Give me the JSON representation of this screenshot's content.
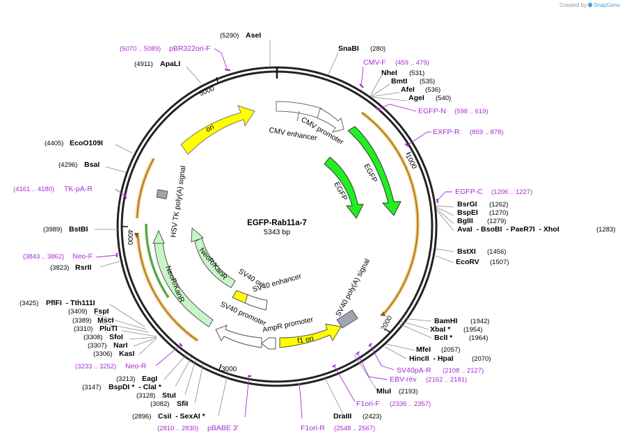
{
  "credit": {
    "text": "Created by",
    "brand": "SnapGene"
  },
  "plasmid": {
    "name": "EGFP-Rab11a-7",
    "length": "5343 bp"
  },
  "ticks": [
    "1000",
    "2000",
    "3000",
    "4000",
    "5000"
  ],
  "sites": [
    {
      "name": "AseI",
      "pos": "(5290)"
    },
    {
      "name": "SnaBI",
      "pos": "(280)"
    },
    {
      "name": "ApaLI",
      "pos": "(4911)"
    },
    {
      "name": "NheI",
      "pos": "(531)"
    },
    {
      "name": "BmtI",
      "pos": "(535)"
    },
    {
      "name": "AfeI",
      "pos": "(536)"
    },
    {
      "name": "AgeI",
      "pos": "(540)"
    },
    {
      "name": "EcoO109I",
      "pos": "(4405)"
    },
    {
      "name": "BsaI",
      "pos": "(4296)"
    },
    {
      "name": "BsrGI",
      "pos": "(1262)"
    },
    {
      "name": "BspEI",
      "pos": "(1270)"
    },
    {
      "name": "BglII",
      "pos": "(1279)"
    },
    {
      "name": "AvaI  - BsoBI  - PaeR7I  - XhoI",
      "pos": "(1283)"
    },
    {
      "name": "BstBI",
      "pos": "(3989)"
    },
    {
      "name": "BstXI",
      "pos": "(1456)"
    },
    {
      "name": "EcoRV",
      "pos": "(1507)"
    },
    {
      "name": "RsrII",
      "pos": "(3823)"
    },
    {
      "name": "PflFI  - Tth111I",
      "pos": "(3425)"
    },
    {
      "name": "FspI",
      "pos": "(3409)"
    },
    {
      "name": "MscI",
      "pos": "(3389)"
    },
    {
      "name": "PluTI",
      "pos": "(3310)"
    },
    {
      "name": "SfoI",
      "pos": "(3308)"
    },
    {
      "name": "NarI",
      "pos": "(3307)"
    },
    {
      "name": "KasI",
      "pos": "(3306)"
    },
    {
      "name": "BamHI",
      "pos": "(1942)"
    },
    {
      "name": "XbaI *",
      "pos": "(1954)"
    },
    {
      "name": "BclI *",
      "pos": "(1964)"
    },
    {
      "name": "MfeI",
      "pos": "(2057)"
    },
    {
      "name": "HincII  - HpaI",
      "pos": "(2070)"
    },
    {
      "name": "EagI",
      "pos": "(3213)"
    },
    {
      "name": "BspDI *  - ClaI *",
      "pos": "(3147)"
    },
    {
      "name": "StuI",
      "pos": "(3128)"
    },
    {
      "name": "SfiI",
      "pos": "(3082)"
    },
    {
      "name": "MluI",
      "pos": "(2193)"
    },
    {
      "name": "CsiI  - SexAI *",
      "pos": "(2896)"
    },
    {
      "name": "DraIII",
      "pos": "(2423)"
    }
  ],
  "primers": [
    {
      "name": "pBR322ori-F",
      "pos": "(5070 .. 5089)"
    },
    {
      "name": "CMV-F",
      "pos": "(459 .. 479)"
    },
    {
      "name": "EGFP-N",
      "pos": "(598 .. 619)"
    },
    {
      "name": "EXFP-R",
      "pos": "(859 .. 878)"
    },
    {
      "name": "TK-pA-R",
      "pos": "(4161 .. 4180)"
    },
    {
      "name": "EGFP-C",
      "pos": "(1206 .. 1227)"
    },
    {
      "name": "Neo-F",
      "pos": "(3843 .. 3862)"
    },
    {
      "name": "Neo-R",
      "pos": "(3233 .. 3252)"
    },
    {
      "name": "SV40pA-R",
      "pos": "(2108 .. 2127)"
    },
    {
      "name": "EBV-rev",
      "pos": "(2162 .. 2181)"
    },
    {
      "name": "F1ori-F",
      "pos": "(2336 .. 2357)"
    },
    {
      "name": "F1ori-R",
      "pos": "(2548 .. 2567)"
    },
    {
      "name": "pBABE 3'",
      "pos": "(2810 .. 2830)"
    }
  ],
  "features": {
    "ori": "ori",
    "cmv_enhancer": "CMV enhancer",
    "cmv_promoter": "CMV promoter",
    "egfp_outer": "EGFP",
    "egfp_inner": "EGFP",
    "hsv_tk": "HSV TK poly(A) signal",
    "neokan_inner": "NeoR/KanR",
    "neokan_outer": "NeoR/KanR",
    "sv40_ori": "SV40 ori",
    "sv40_enhancer": "SV40 enhancer",
    "sv40_promoter": "SV40 promoter",
    "sv40_polya": "SV40 poly(A) signal",
    "ampr_promoter": "AmpR promoter",
    "f1_ori": "f1 ori"
  },
  "colors": {
    "primer": "#a52ad1",
    "ori": "#ffff00",
    "egfp": "#22ee22",
    "neokan": "#c8f5c8",
    "orf_outline": "#e8b040",
    "grey_feature": "#a0a4ac"
  }
}
